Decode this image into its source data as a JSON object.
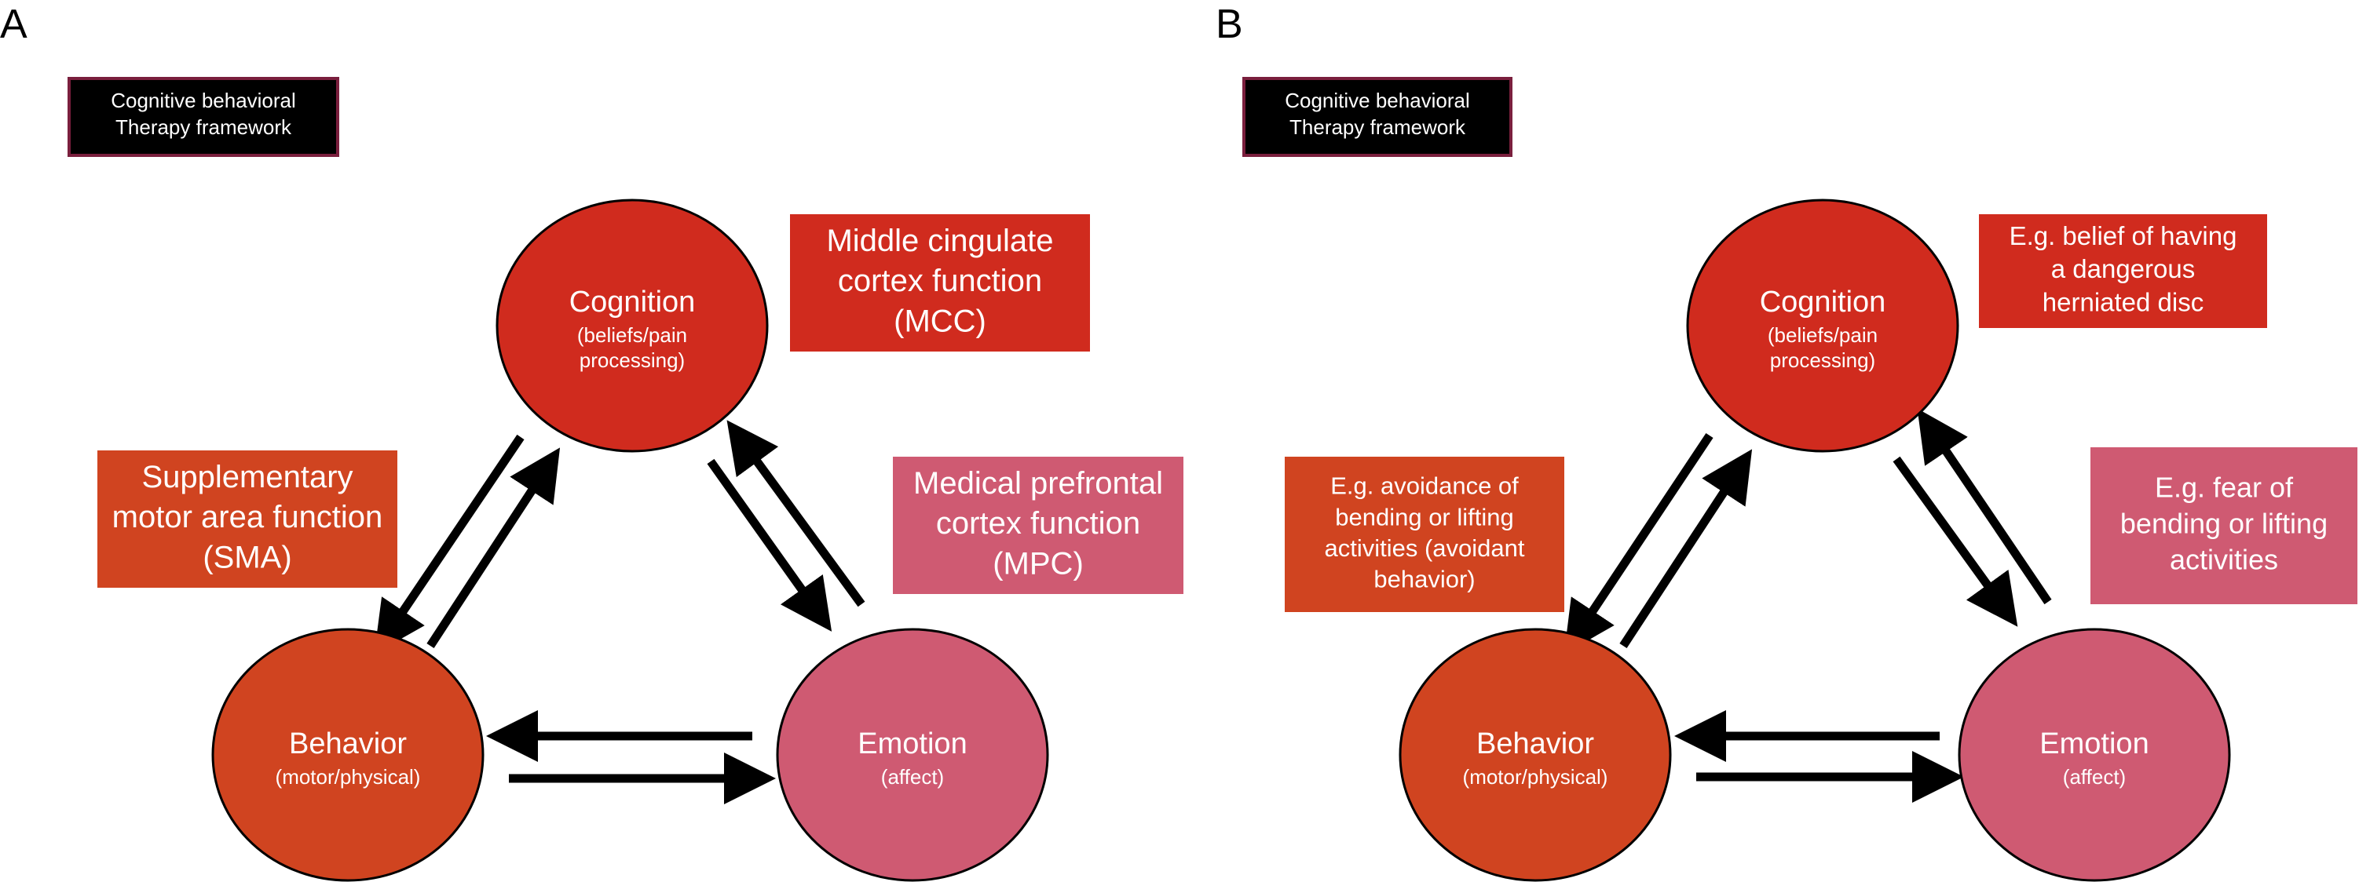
{
  "colors": {
    "cognition": "#d02b1e",
    "behavior": "#d04420",
    "emotion": "#cf5a72",
    "arrow": "#000000",
    "framework_bg": "#000000",
    "framework_border": "#7a1f3d",
    "box_text": "#ffffff"
  },
  "panels": [
    {
      "letter": "A",
      "framework": [
        "Cognitive behavioral",
        "Therapy framework"
      ],
      "cognition": {
        "title": "Cognition",
        "sub": [
          "(beliefs/pain",
          "processing)"
        ]
      },
      "behavior": {
        "title": "Behavior",
        "sub": [
          "(motor/physical)"
        ]
      },
      "emotion": {
        "title": "Emotion",
        "sub": [
          "(affect)"
        ]
      },
      "cognition_box": [
        "Middle cingulate",
        "cortex function",
        "(MCC)"
      ],
      "behavior_box": [
        "Supplementary",
        "motor area function",
        "(SMA)"
      ],
      "emotion_box": [
        "Medical prefrontal",
        "cortex function",
        "(MPC)"
      ]
    },
    {
      "letter": "B",
      "framework": [
        "Cognitive behavioral",
        "Therapy framework"
      ],
      "cognition": {
        "title": "Cognition",
        "sub": [
          "(beliefs/pain",
          "processing)"
        ]
      },
      "behavior": {
        "title": "Behavior",
        "sub": [
          "(motor/physical)"
        ]
      },
      "emotion": {
        "title": "Emotion",
        "sub": [
          "(affect)"
        ]
      },
      "cognition_box": [
        "E.g. belief of having",
        "a dangerous",
        "herniated disc"
      ],
      "behavior_box": [
        "E.g. avoidance of",
        "bending or lifting",
        "activities (avoidant",
        "behavior)"
      ],
      "emotion_box": [
        "E.g. fear of",
        "bending or lifting",
        "activities"
      ]
    }
  ]
}
